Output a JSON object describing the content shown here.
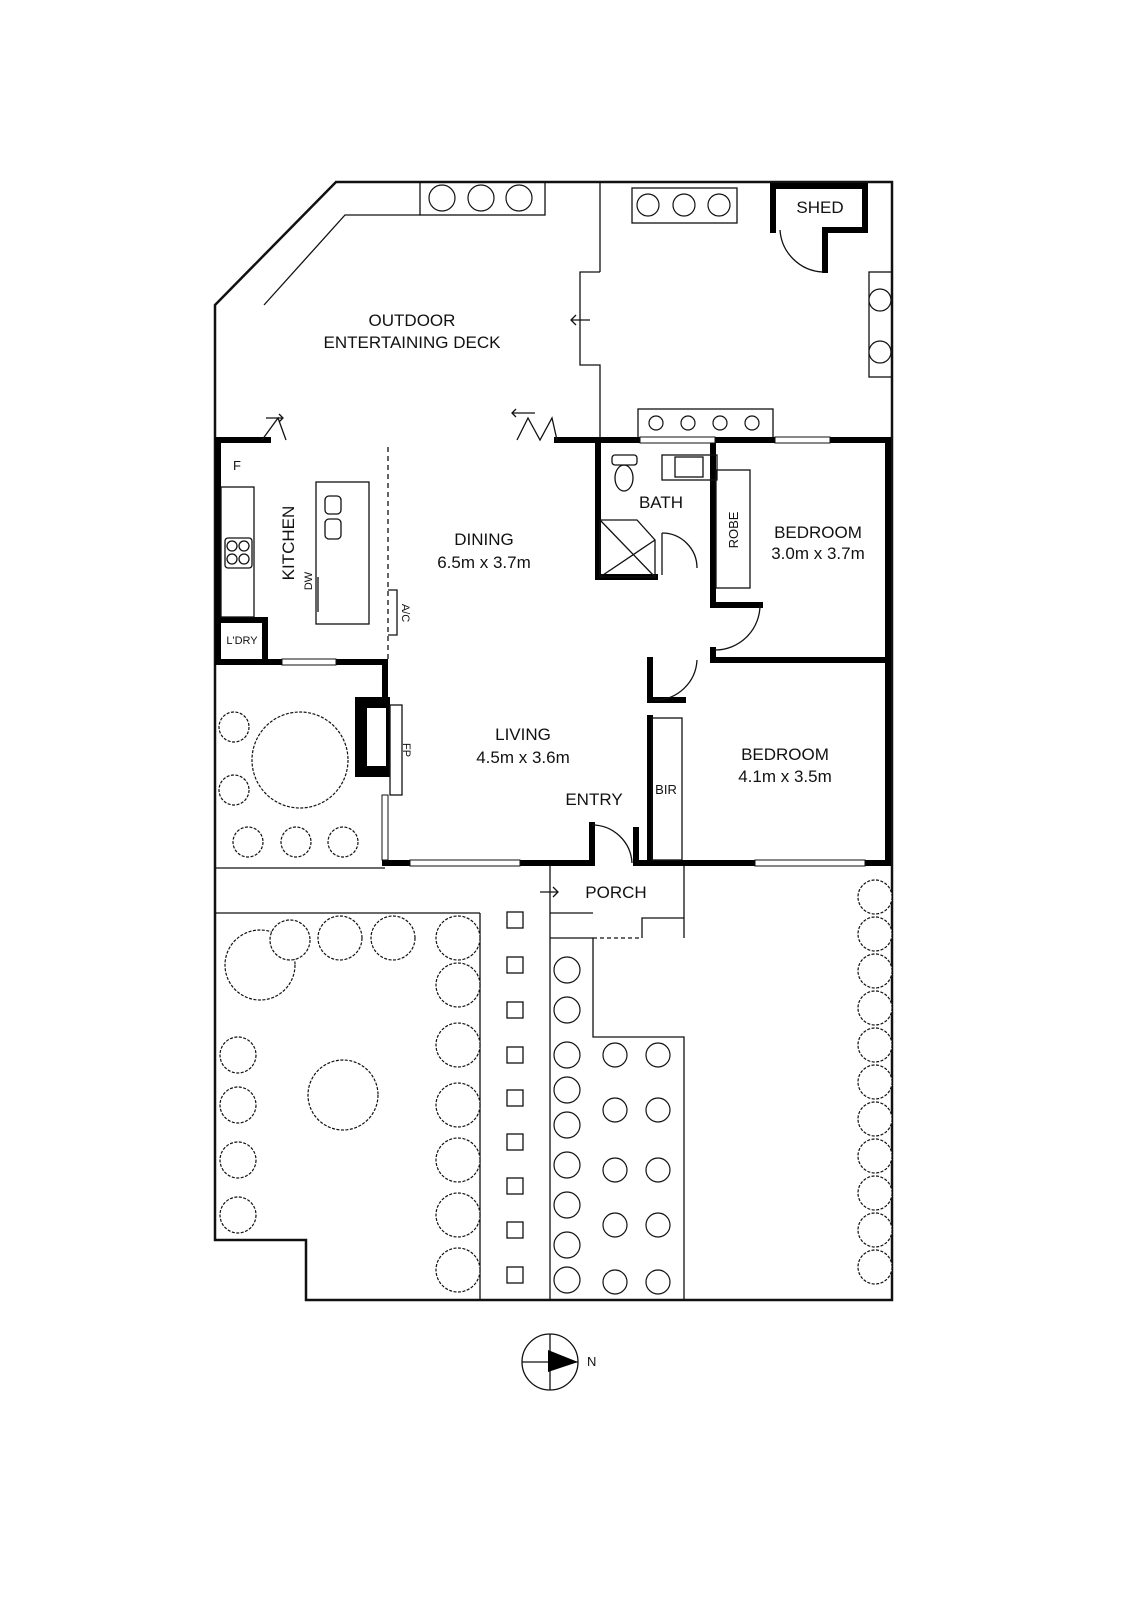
{
  "plan": {
    "rooms": {
      "deck": {
        "name_line1": "OUTDOOR",
        "name_line2": "ENTERTAINING DECK"
      },
      "shed": {
        "name": "SHED"
      },
      "kitchen": {
        "name": "KITCHEN",
        "fridge": "F",
        "dishwasher": "DW"
      },
      "laundry": {
        "name": "L'DRY"
      },
      "dining": {
        "name": "DINING",
        "size": "6.5m x 3.7m",
        "ac": "A/C"
      },
      "bath": {
        "name": "BATH"
      },
      "robe": {
        "name": "ROBE"
      },
      "bedroom1": {
        "name": "BEDROOM",
        "size": "3.0m x 3.7m"
      },
      "living": {
        "name": "LIVING",
        "size": "4.5m x 3.6m",
        "fireplace": "FP"
      },
      "entry": {
        "name": "ENTRY"
      },
      "bir": {
        "name": "BIR"
      },
      "bedroom2": {
        "name": "BEDROOM",
        "size": "4.1m x 3.5m"
      },
      "porch": {
        "name": "PORCH"
      }
    },
    "compass": {
      "label": "N"
    }
  }
}
